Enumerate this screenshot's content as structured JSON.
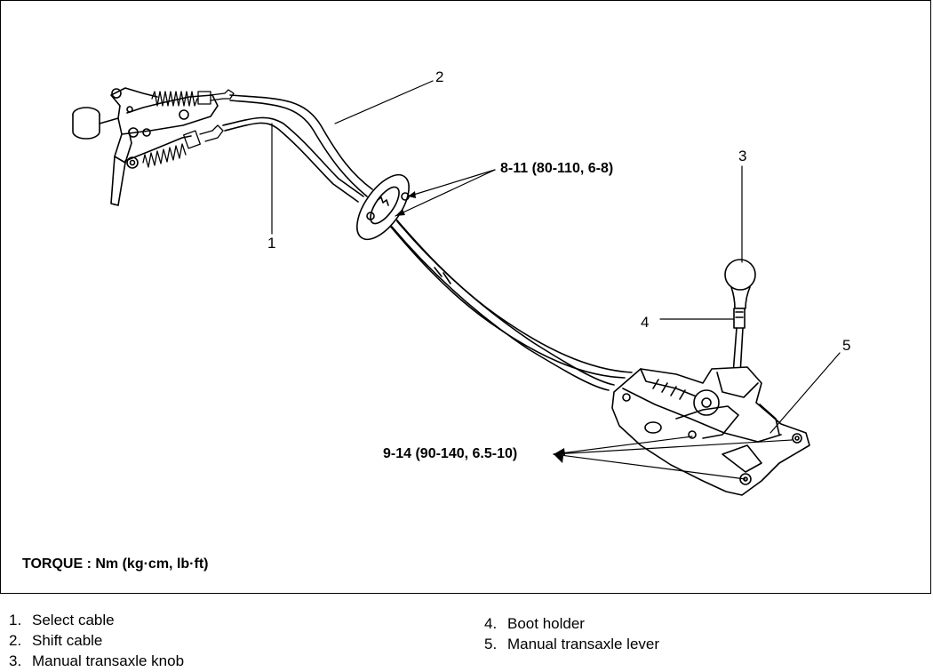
{
  "callouts": {
    "c1": "1",
    "c2": "2",
    "c3": "3",
    "c4": "4",
    "c5": "5"
  },
  "torques": {
    "flange": "8-11 (80-110, 6-8)",
    "lever_base": "9-14 (90-140, 6.5-10)"
  },
  "torque_note": "TORQUE : Nm (kg·cm, lb·ft)",
  "legend": {
    "left": [
      {
        "num": "1.",
        "label": "Select cable"
      },
      {
        "num": "2.",
        "label": "Shift cable"
      },
      {
        "num": "3.",
        "label": "Manual transaxle knob"
      }
    ],
    "right": [
      {
        "num": "4.",
        "label": "Boot holder"
      },
      {
        "num": "5.",
        "label": "Manual transaxle lever"
      }
    ]
  }
}
